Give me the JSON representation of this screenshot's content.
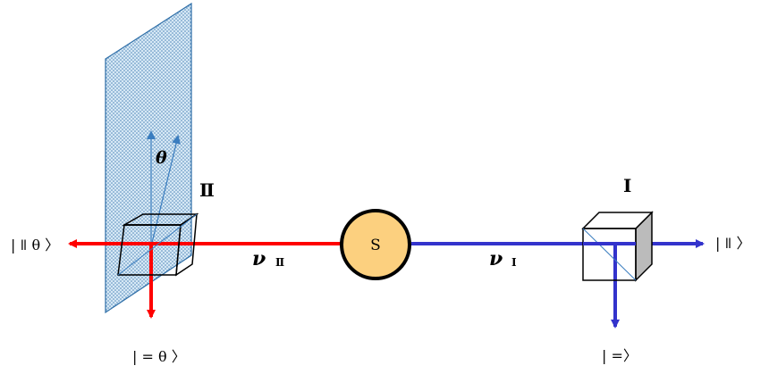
{
  "source": {
    "label": "S",
    "fill": "#FCD07F",
    "stroke": "#000000"
  },
  "left_arm": {
    "color": "#FF0000",
    "frequency_label": "ν",
    "frequency_subscript": "Ⅱ",
    "analyzer_label": "Ⅱ",
    "angle_label": "θ",
    "output_through": "| ǁ θ 〉",
    "output_reflected": "| = θ 〉"
  },
  "right_arm": {
    "color": "#3333CC",
    "frequency_label": "ν",
    "frequency_subscript": "Ⅰ",
    "analyzer_label": "Ⅰ",
    "output_through": "| ǁ 〉",
    "output_reflected": "| =〉"
  },
  "plane": {
    "fill": "#A9CDEB",
    "stroke": "#2F6FA8",
    "arrow_color": "#3A7DBF"
  }
}
